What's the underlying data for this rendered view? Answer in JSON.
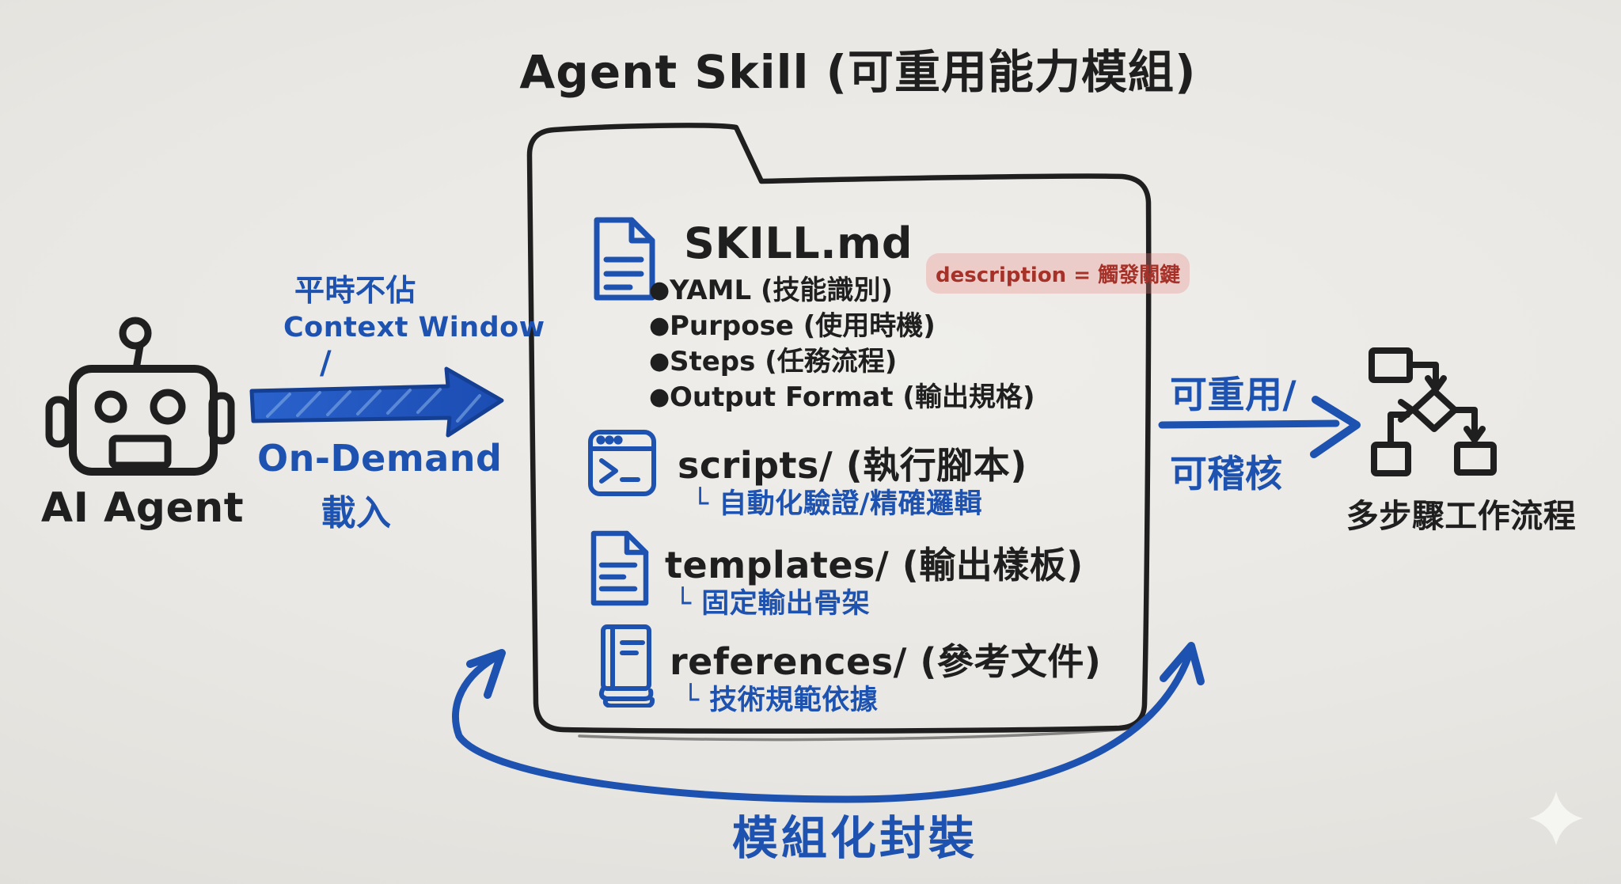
{
  "title": "Agent Skill (可重用能力模組)",
  "left": {
    "agent_label": "AI Agent",
    "note_top": {
      "line1": "平時不佔",
      "line2": "Context Window",
      "slash": "/"
    },
    "note_bottom": {
      "line1": "On-Demand",
      "line2": "載入"
    }
  },
  "folder": {
    "skill": {
      "name": "SKILL.md",
      "bullets": [
        "YAML (技能識別)",
        "Purpose (使用時機)",
        "Steps (任務流程)",
        "Output Format (輸出規格)"
      ],
      "annotation": "description = 觸發關鍵"
    },
    "scripts": {
      "name": "scripts/ (執行腳本)",
      "note": "└ 自動化驗證/精確邏輯"
    },
    "templates": {
      "name": "templates/ (輸出樣板)",
      "note": "└ 固定輸出骨架"
    },
    "references": {
      "name": "references/ (參考文件)",
      "note": "└ 技術規範依據"
    }
  },
  "right": {
    "arrow_label_top": "可重用/",
    "arrow_label_bottom": "可稽核",
    "workflow_label": "多步驟工作流程"
  },
  "bottom": {
    "loop_label": "模組化封裝"
  },
  "colors": {
    "marker_black": "#1f1f1f",
    "marker_blue": "#1e52b0",
    "marker_blue_dark": "#143f92",
    "marker_blue_light": "#7aa4e2",
    "marker_red": "#a53128",
    "highlight_pink": "rgba(235,130,125,0.30)",
    "board_bg": "#e8e6e2"
  }
}
